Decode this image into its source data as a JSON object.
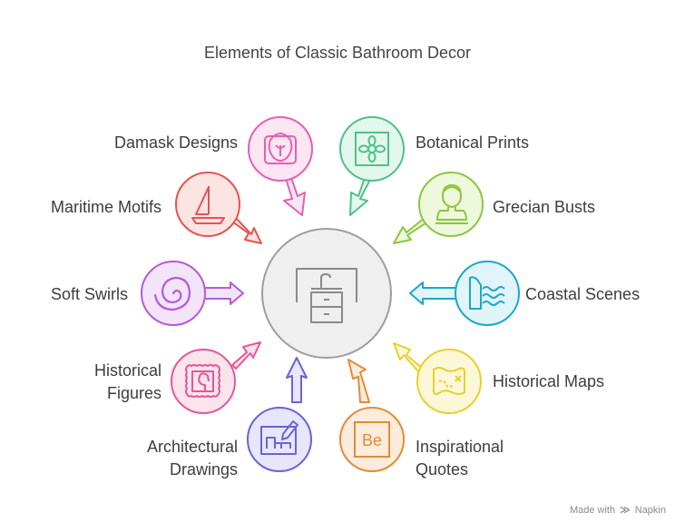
{
  "title": "Elements of Classic Bathroom Decor",
  "center": {
    "icon": "bathroom-vanity-icon",
    "color": "#999999"
  },
  "elements": [
    {
      "label": "Damask Designs",
      "icon": "damask-pattern-icon",
      "color": "#e55fb3"
    },
    {
      "label": "Botanical Prints",
      "icon": "flower-frame-icon",
      "color": "#4dc28c"
    },
    {
      "label": "Maritime Motifs",
      "icon": "sailboat-icon",
      "color": "#e5534f"
    },
    {
      "label": "Grecian Busts",
      "icon": "bust-statue-icon",
      "color": "#8cc63f"
    },
    {
      "label": "Soft Swirls",
      "icon": "swirl-icon",
      "color": "#b45ad9"
    },
    {
      "label": "Coastal Scenes",
      "icon": "cliff-waves-icon",
      "color": "#1ea7c8"
    },
    {
      "label": "Historical Figures",
      "icon": "portrait-frame-icon",
      "color": "#e85596"
    },
    {
      "label": "Historical Maps",
      "icon": "treasure-map-icon",
      "color": "#e9cf2e"
    },
    {
      "label": "Architectural Drawings",
      "icon": "blueprint-pencil-icon",
      "color": "#6a63d8"
    },
    {
      "label": "Inspirational Quotes",
      "icon": "letter-board-icon",
      "color": "#e38b36"
    }
  ],
  "footer": {
    "made_with": "Made with",
    "brand": "Napkin"
  }
}
